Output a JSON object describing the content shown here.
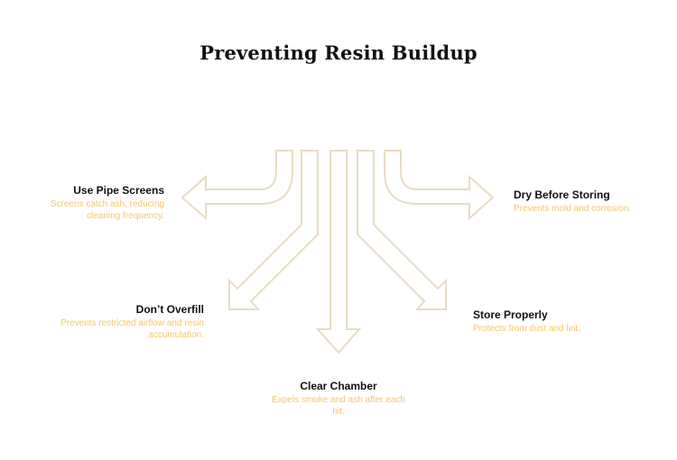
{
  "title": "Preventing Resin Buildup",
  "tips": [
    {
      "heading": "Use Pipe Screens",
      "desc": "Screens catch ash, reducing cleaning frequency."
    },
    {
      "heading": "Don’t Overfill",
      "desc": "Prevents restricted airflow and resin accumulation."
    },
    {
      "heading": "Clear Chamber",
      "desc": "Expels smoke and ash after each hit."
    },
    {
      "heading": "Store Properly",
      "desc": "Protects from dust and lint."
    },
    {
      "heading": "Dry Before Storing",
      "desc": "Prevents mold and corrosion."
    }
  ],
  "colors": {
    "arrow_outline": "#e8dcc2",
    "description": "#f2c86a",
    "heading": "#111111"
  }
}
